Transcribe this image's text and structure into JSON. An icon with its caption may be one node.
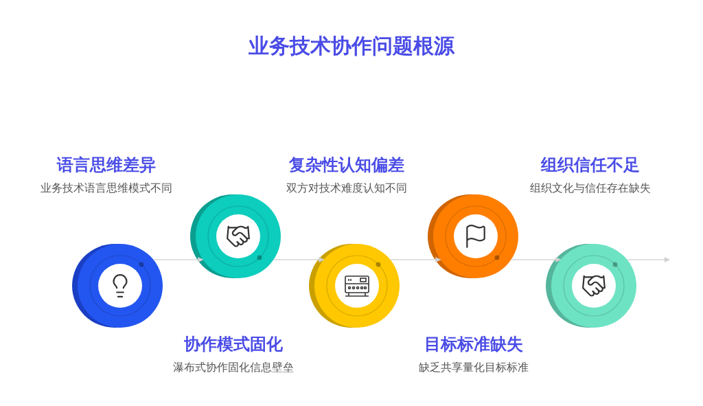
{
  "diagram": {
    "title": "业务技术协作问题根源",
    "nodes": [
      {
        "text": [],
        "shape": "circle"
      },
      {
        "text": [],
        "shape": "circle"
      },
      {
        "text": [],
        "shape": "circle"
      },
      {
        "text": [],
        "shape": "circle"
      },
      {
        "text": [],
        "shape": "circle"
      }
    ],
    "edges": [
      {
        "from": 0,
        "to": 1,
        "arrow": "to"
      },
      {
        "from": 1,
        "to": 2,
        "arrow": "to"
      },
      {
        "from": 2,
        "to": 3,
        "arrow": "to"
      },
      {
        "from": 3,
        "to": 4,
        "arrow": "to"
      },
      {
        "from": 4,
        "to": null,
        "arrow": "to"
      }
    ],
    "labels": [
      "语言思维差异",
      "业务技术语言思维模式不同",
      "复杂性认知偏差",
      "双方对技术难度认知不同",
      "组织信任不足",
      "组织文化与信任存在缺失",
      "协作模式固化",
      "瀑布式协作固化信息壁垒",
      "目标标准缺失",
      "缺乏共享量化目标标准"
    ]
  }
}
